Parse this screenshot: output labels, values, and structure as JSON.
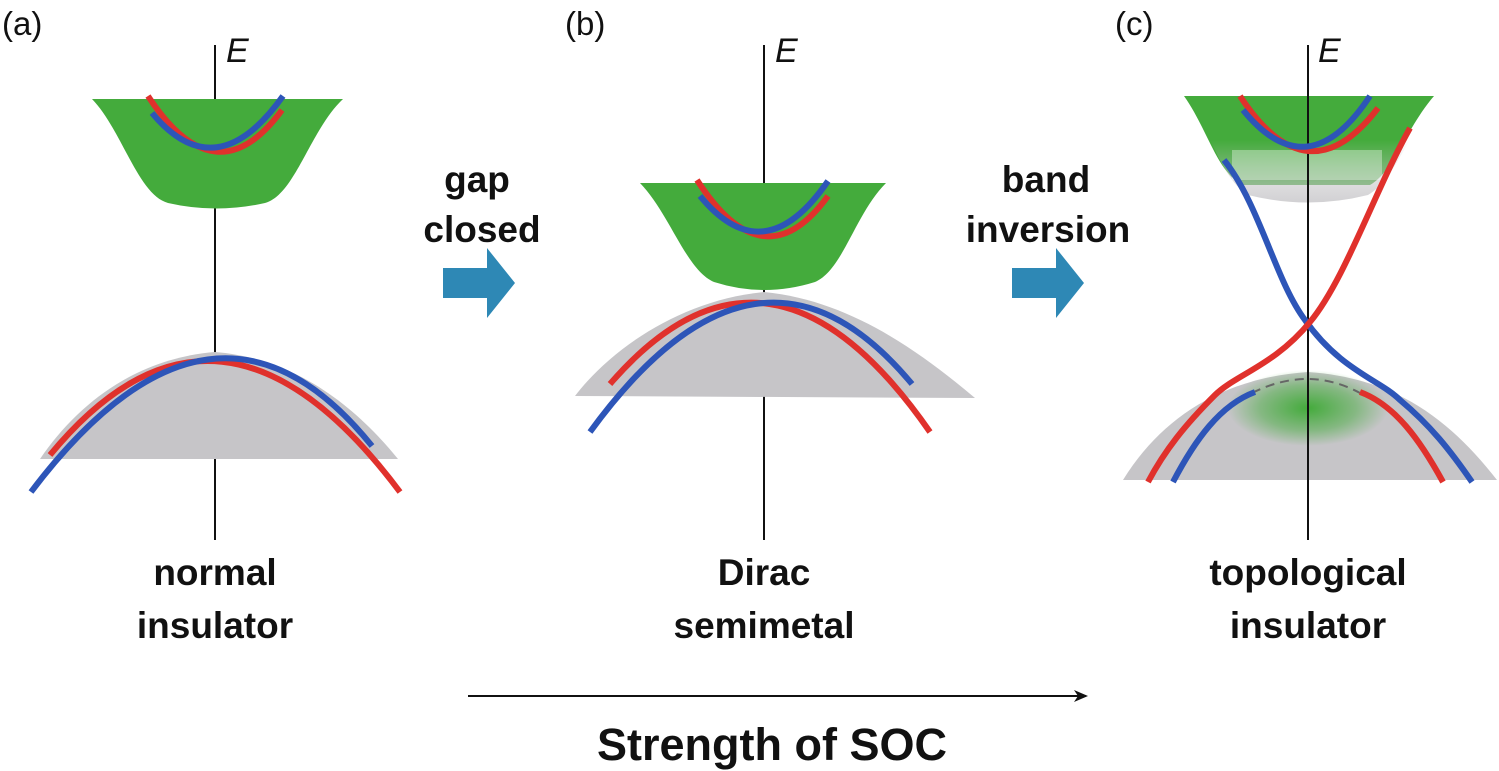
{
  "colors": {
    "conduction": "#44ab3c",
    "valence": "#c6c5c8",
    "red_band": "#e0312c",
    "blue_band": "#2d55b8",
    "arrow": "#2e88b5",
    "text": "#111111"
  },
  "panels": [
    {
      "letter": "(a)",
      "axis_label": "E",
      "caption_line1": "normal",
      "caption_line2": "insulator"
    },
    {
      "letter": "(b)",
      "axis_label": "E",
      "caption_line1": "Dirac",
      "caption_line2": "semimetal"
    },
    {
      "letter": "(c)",
      "axis_label": "E",
      "caption_line1": "topological",
      "caption_line2": "insulator"
    }
  ],
  "transitions": [
    {
      "line1": "gap",
      "line2": "closed"
    },
    {
      "line1": "band",
      "line2": "inversion"
    }
  ],
  "bottom_axis": {
    "label": "Strength of SOC"
  }
}
